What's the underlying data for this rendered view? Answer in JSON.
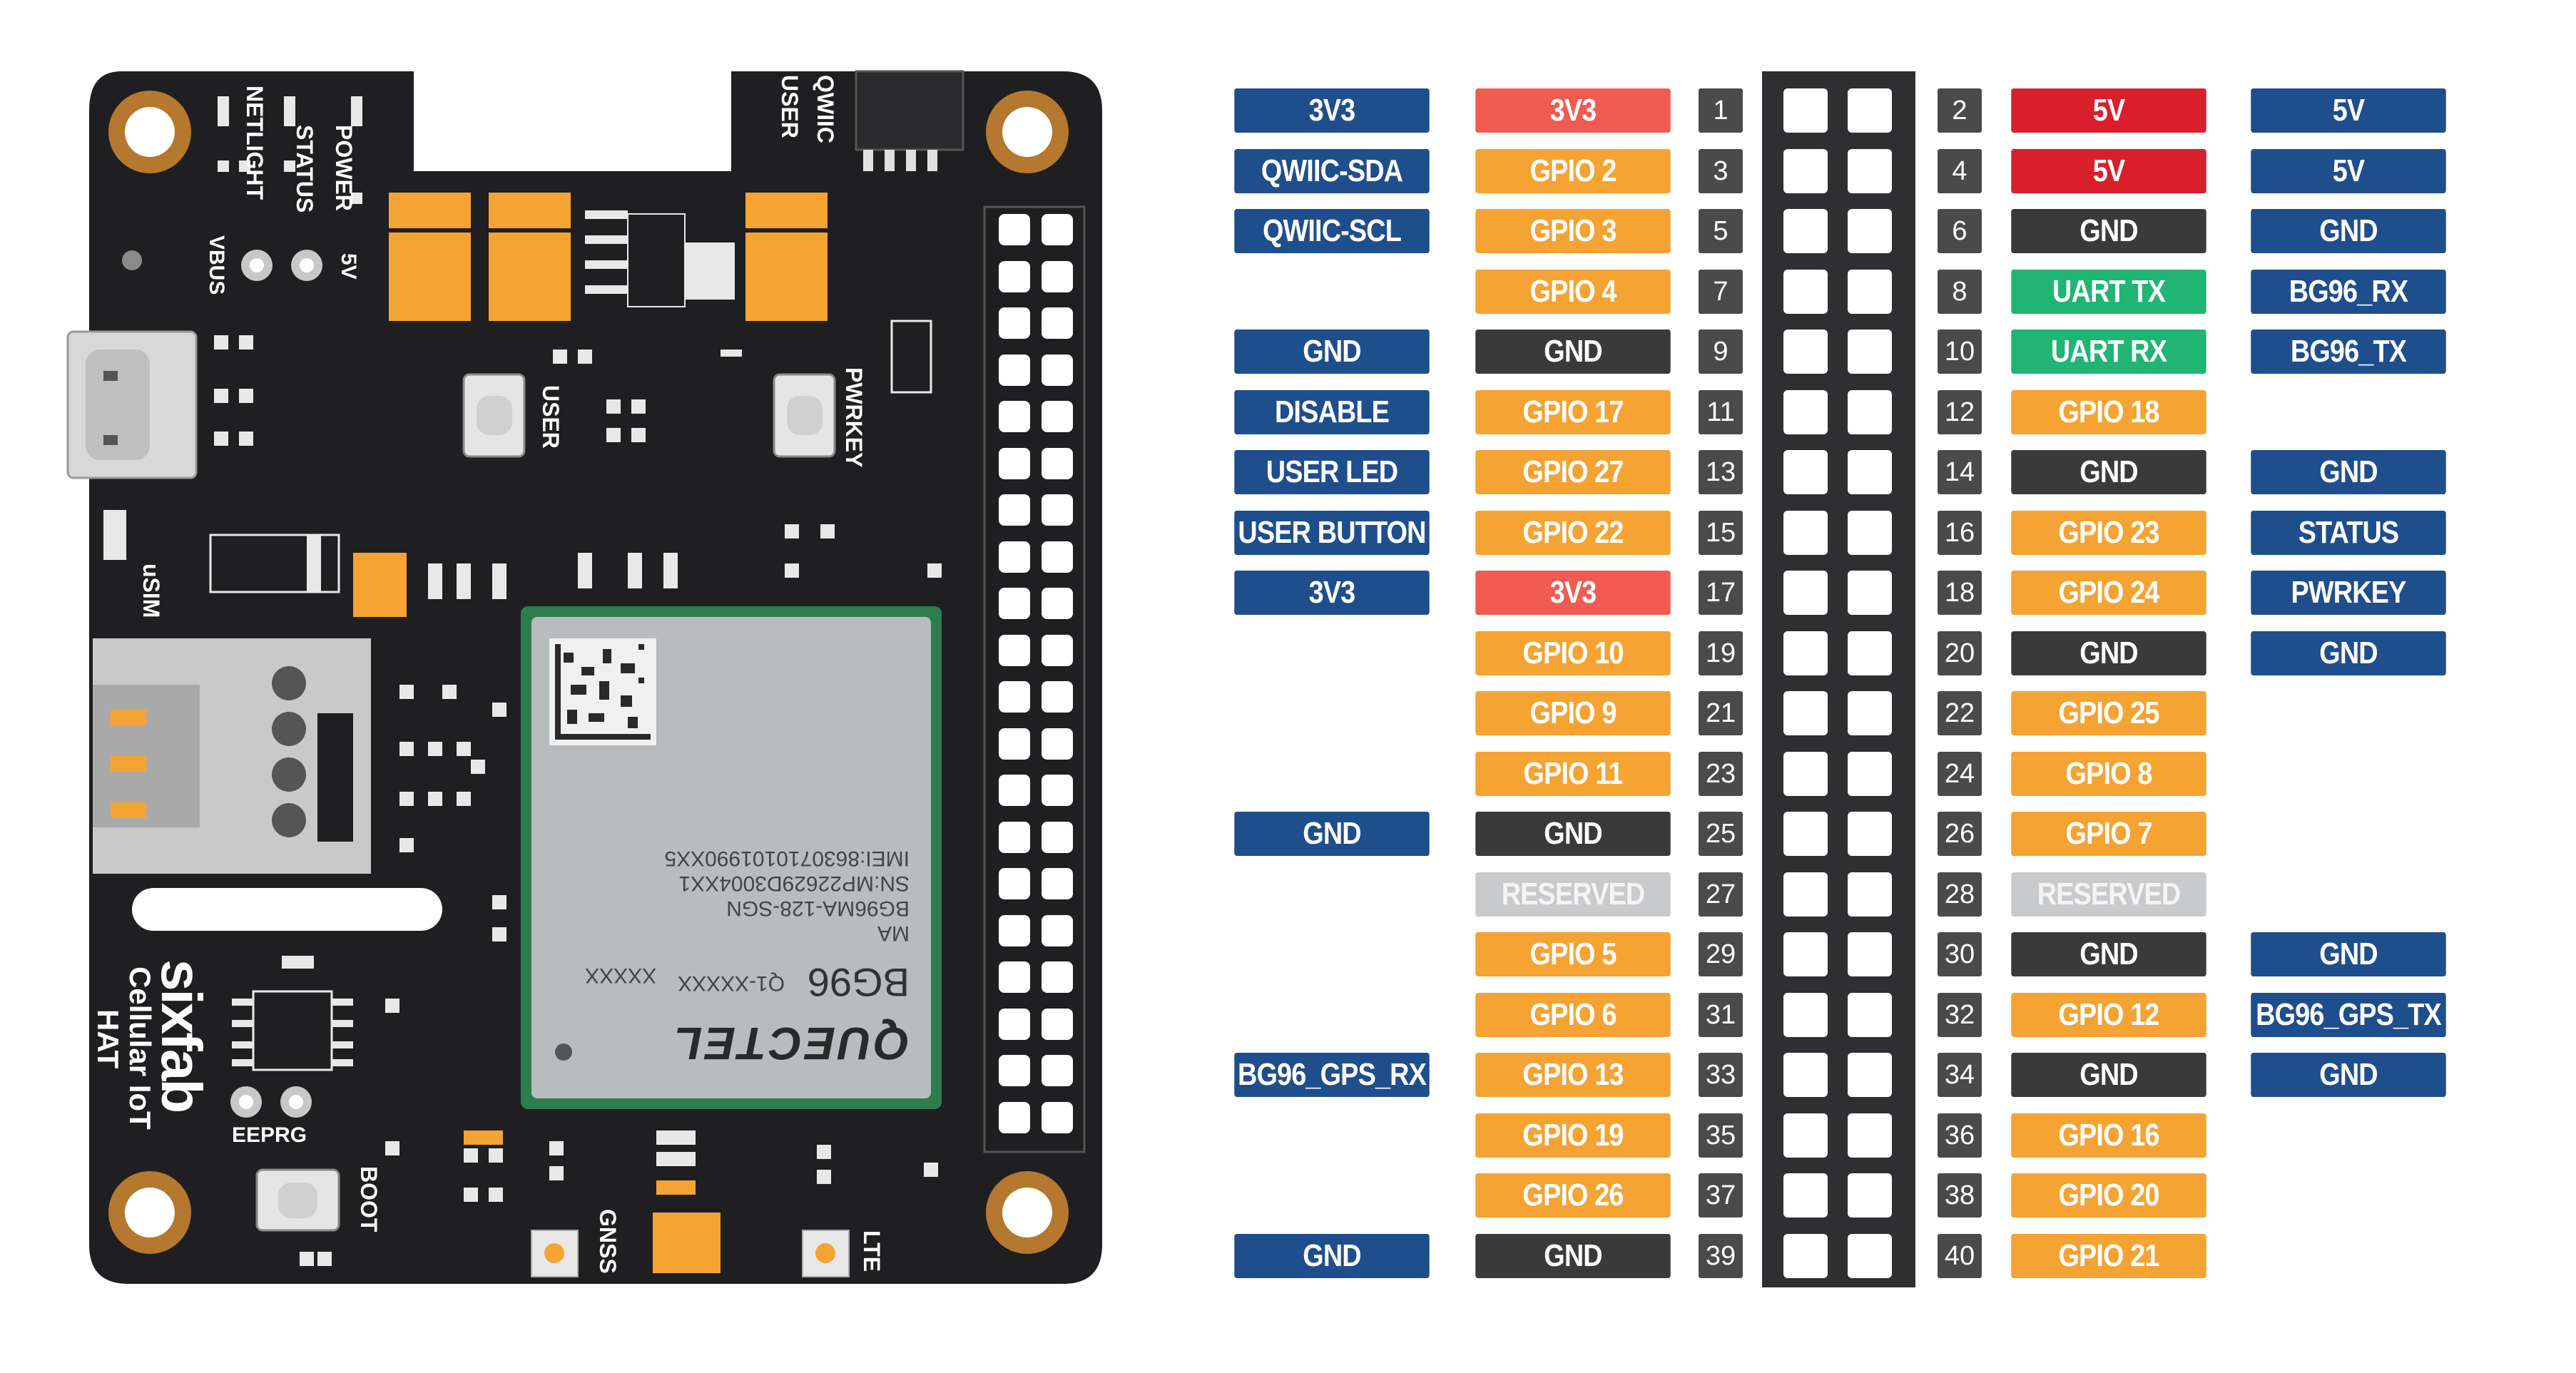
{
  "colors": {
    "board": "#1f1f21",
    "hole_ring": "#b5782f",
    "header_bg": "#2f2f31",
    "blue": "#1f4e8c",
    "red_3v3": "#f25b52",
    "red_5v": "#d91f2b",
    "orange": "#f5a333",
    "black": "#3a3a3a",
    "green": "#21b573",
    "gray": "#c9cacc",
    "module": "#b8bcbe",
    "module_border": "#2e7d4f",
    "pad": "#f5a333"
  },
  "board": {
    "silkscreen": {
      "power": "POWER",
      "status": "STATUS",
      "netlight": "NETLIGHT",
      "user_top": "USER",
      "qwiic": "QWIIC",
      "vbus": "VBUS",
      "five_v": "5V",
      "user_button": "USER",
      "pwrkey": "PWRKEY",
      "usim": "uSIM",
      "eeprg": "EEPRG",
      "boot": "BOOT",
      "gnss": "GNSS",
      "lte": "LTE",
      "brand": "sixfab",
      "product_line1": "Cellular IoT",
      "product_line2": "HAT"
    },
    "module_text": {
      "brand": "QUECTEL",
      "model": "BG96",
      "line_code": "Q1-XXXXX",
      "suffix": "XXXXX",
      "line_ma": "MA",
      "line_part": "BG96MA-128-SGN",
      "line_sn": "SN:MP22629D3004XX1",
      "line_imei": "IMEI:8630710101990XX5"
    }
  },
  "left_pins": [
    {
      "num": "1",
      "name": "3V3",
      "name_color": "red_3v3",
      "func": "3V3"
    },
    {
      "num": "3",
      "name": "GPIO 2",
      "name_color": "orange",
      "func": "QWIIC-SDA"
    },
    {
      "num": "5",
      "name": "GPIO 3",
      "name_color": "orange",
      "func": "QWIIC-SCL"
    },
    {
      "num": "7",
      "name": "GPIO 4",
      "name_color": "orange",
      "func": ""
    },
    {
      "num": "9",
      "name": "GND",
      "name_color": "black",
      "func": "GND"
    },
    {
      "num": "11",
      "name": "GPIO 17",
      "name_color": "orange",
      "func": "DISABLE"
    },
    {
      "num": "13",
      "name": "GPIO 27",
      "name_color": "orange",
      "func": "USER LED"
    },
    {
      "num": "15",
      "name": "GPIO 22",
      "name_color": "orange",
      "func": "USER BUTTON"
    },
    {
      "num": "17",
      "name": "3V3",
      "name_color": "red_3v3",
      "func": "3V3"
    },
    {
      "num": "19",
      "name": "GPIO 10",
      "name_color": "orange",
      "func": ""
    },
    {
      "num": "21",
      "name": "GPIO 9",
      "name_color": "orange",
      "func": ""
    },
    {
      "num": "23",
      "name": "GPIO 11",
      "name_color": "orange",
      "func": ""
    },
    {
      "num": "25",
      "name": "GND",
      "name_color": "black",
      "func": "GND"
    },
    {
      "num": "27",
      "name": "RESERVED",
      "name_color": "gray",
      "func": ""
    },
    {
      "num": "29",
      "name": "GPIO 5",
      "name_color": "orange",
      "func": ""
    },
    {
      "num": "31",
      "name": "GPIO 6",
      "name_color": "orange",
      "func": ""
    },
    {
      "num": "33",
      "name": "GPIO 13",
      "name_color": "orange",
      "func": "BG96_GPS_RX"
    },
    {
      "num": "35",
      "name": "GPIO 19",
      "name_color": "orange",
      "func": ""
    },
    {
      "num": "37",
      "name": "GPIO 26",
      "name_color": "orange",
      "func": ""
    },
    {
      "num": "39",
      "name": "GND",
      "name_color": "black",
      "func": "GND"
    }
  ],
  "right_pins": [
    {
      "num": "2",
      "name": "5V",
      "name_color": "red_5v",
      "func": "5V"
    },
    {
      "num": "4",
      "name": "5V",
      "name_color": "red_5v",
      "func": "5V"
    },
    {
      "num": "6",
      "name": "GND",
      "name_color": "black",
      "func": "GND"
    },
    {
      "num": "8",
      "name": "UART  TX",
      "name_color": "green",
      "func": "BG96_RX"
    },
    {
      "num": "10",
      "name": "UART  RX",
      "name_color": "green",
      "func": "BG96_TX"
    },
    {
      "num": "12",
      "name": "GPIO 18",
      "name_color": "orange",
      "func": ""
    },
    {
      "num": "14",
      "name": "GND",
      "name_color": "black",
      "func": "GND"
    },
    {
      "num": "16",
      "name": "GPIO 23",
      "name_color": "orange",
      "func": "STATUS"
    },
    {
      "num": "18",
      "name": "GPIO 24",
      "name_color": "orange",
      "func": "PWRKEY"
    },
    {
      "num": "20",
      "name": "GND",
      "name_color": "black",
      "func": "GND"
    },
    {
      "num": "22",
      "name": "GPIO 25",
      "name_color": "orange",
      "func": ""
    },
    {
      "num": "24",
      "name": "GPIO 8",
      "name_color": "orange",
      "func": ""
    },
    {
      "num": "26",
      "name": "GPIO 7",
      "name_color": "orange",
      "func": ""
    },
    {
      "num": "28",
      "name": "RESERVED",
      "name_color": "gray",
      "func": ""
    },
    {
      "num": "30",
      "name": "GND",
      "name_color": "black",
      "func": "GND"
    },
    {
      "num": "32",
      "name": "GPIO 12",
      "name_color": "orange",
      "func": "BG96_GPS_TX"
    },
    {
      "num": "34",
      "name": "GND",
      "name_color": "black",
      "func": "GND"
    },
    {
      "num": "36",
      "name": "GPIO 16",
      "name_color": "orange",
      "func": ""
    },
    {
      "num": "38",
      "name": "GPIO 20",
      "name_color": "orange",
      "func": ""
    },
    {
      "num": "40",
      "name": "GPIO 21",
      "name_color": "orange",
      "func": ""
    }
  ]
}
